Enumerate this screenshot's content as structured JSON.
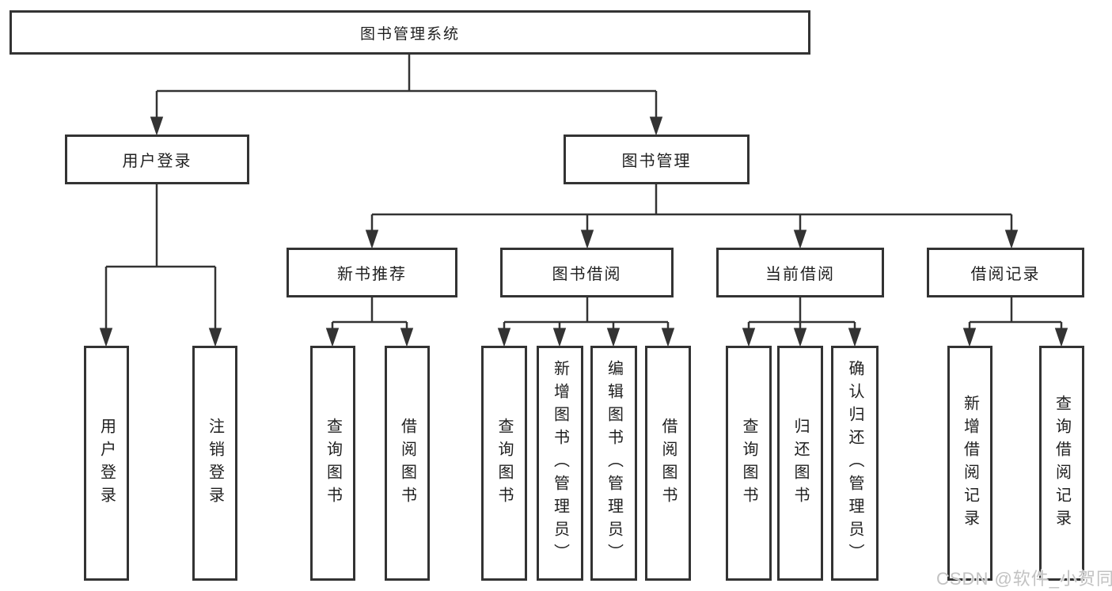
{
  "structure": {
    "root": "图书管理系统",
    "children": [
      {
        "label": "用户登录",
        "children": [
          "用户登录",
          "注销登录"
        ]
      },
      {
        "label": "图书管理",
        "children": [
          {
            "label": "新书推荐",
            "children": [
              "查询图书",
              "借阅图书"
            ]
          },
          {
            "label": "图书借阅",
            "children": [
              "查询图书",
              "新增图书（管理员）",
              "编辑图书（管理员）",
              "借阅图书"
            ]
          },
          {
            "label": "当前借阅",
            "children": [
              "查询图书",
              "归还图书",
              "确认归还（管理员）"
            ]
          },
          {
            "label": "借阅记录",
            "children": [
              "新增借阅记录",
              "查询借阅记录"
            ]
          }
        ]
      }
    ]
  },
  "watermark": "CSDN @软件_小贺同学",
  "colors": {
    "line": "#333333",
    "box_border": "#333333",
    "text": "#1f1f1f",
    "watermark": "#c2c2c2",
    "background": "#ffffff"
  }
}
